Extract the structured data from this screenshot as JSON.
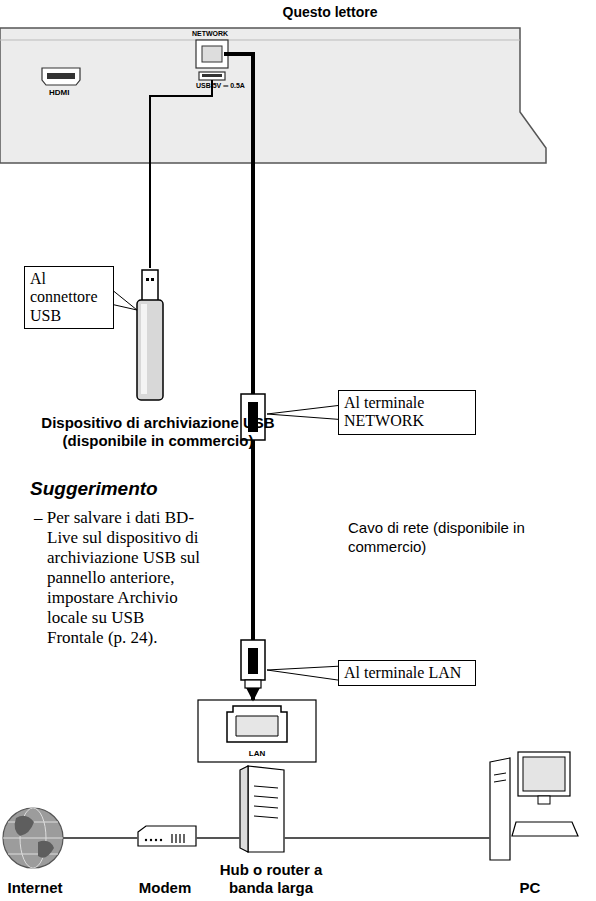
{
  "diagram": {
    "nodes": [
      {
        "text": [
          "Questo lettore"
        ]
      },
      {
        "text": [
          "Dispositivo di archiviazione USB (disponibile in commercio)"
        ]
      },
      {
        "text": [
          "Al connettore USB"
        ]
      },
      {
        "text": [
          "Al terminale NETWORK"
        ]
      },
      {
        "text": [
          "Al terminale LAN"
        ]
      },
      {
        "text": [
          "Internet"
        ]
      },
      {
        "text": [
          "Modem"
        ]
      },
      {
        "text": [
          "Hub o router a banda larga"
        ]
      },
      {
        "text": [
          "PC"
        ]
      },
      {
        "text": [
          "LAN"
        ]
      }
    ],
    "edges": [
      {
        "from": 0,
        "to": 1,
        "arrow": "none"
      },
      {
        "from": 0,
        "to": 9,
        "arrow": "to",
        "label": "Cavo di rete (disponibile in commercio)"
      },
      {
        "from": 5,
        "to": 6,
        "arrow": "none"
      },
      {
        "from": 6,
        "to": 7,
        "arrow": "none"
      },
      {
        "from": 7,
        "to": 8,
        "arrow": "none"
      }
    ],
    "labels": [
      "HDMI",
      "NETWORK",
      "USB 5V ═ 0.5A",
      "Suggerimento",
      "– Per salvare i dati BD-Live sul dispositivo di archiviazione USB sul pannello anteriore, impostare Archivio locale su USB Frontale (p. 24)."
    ]
  }
}
